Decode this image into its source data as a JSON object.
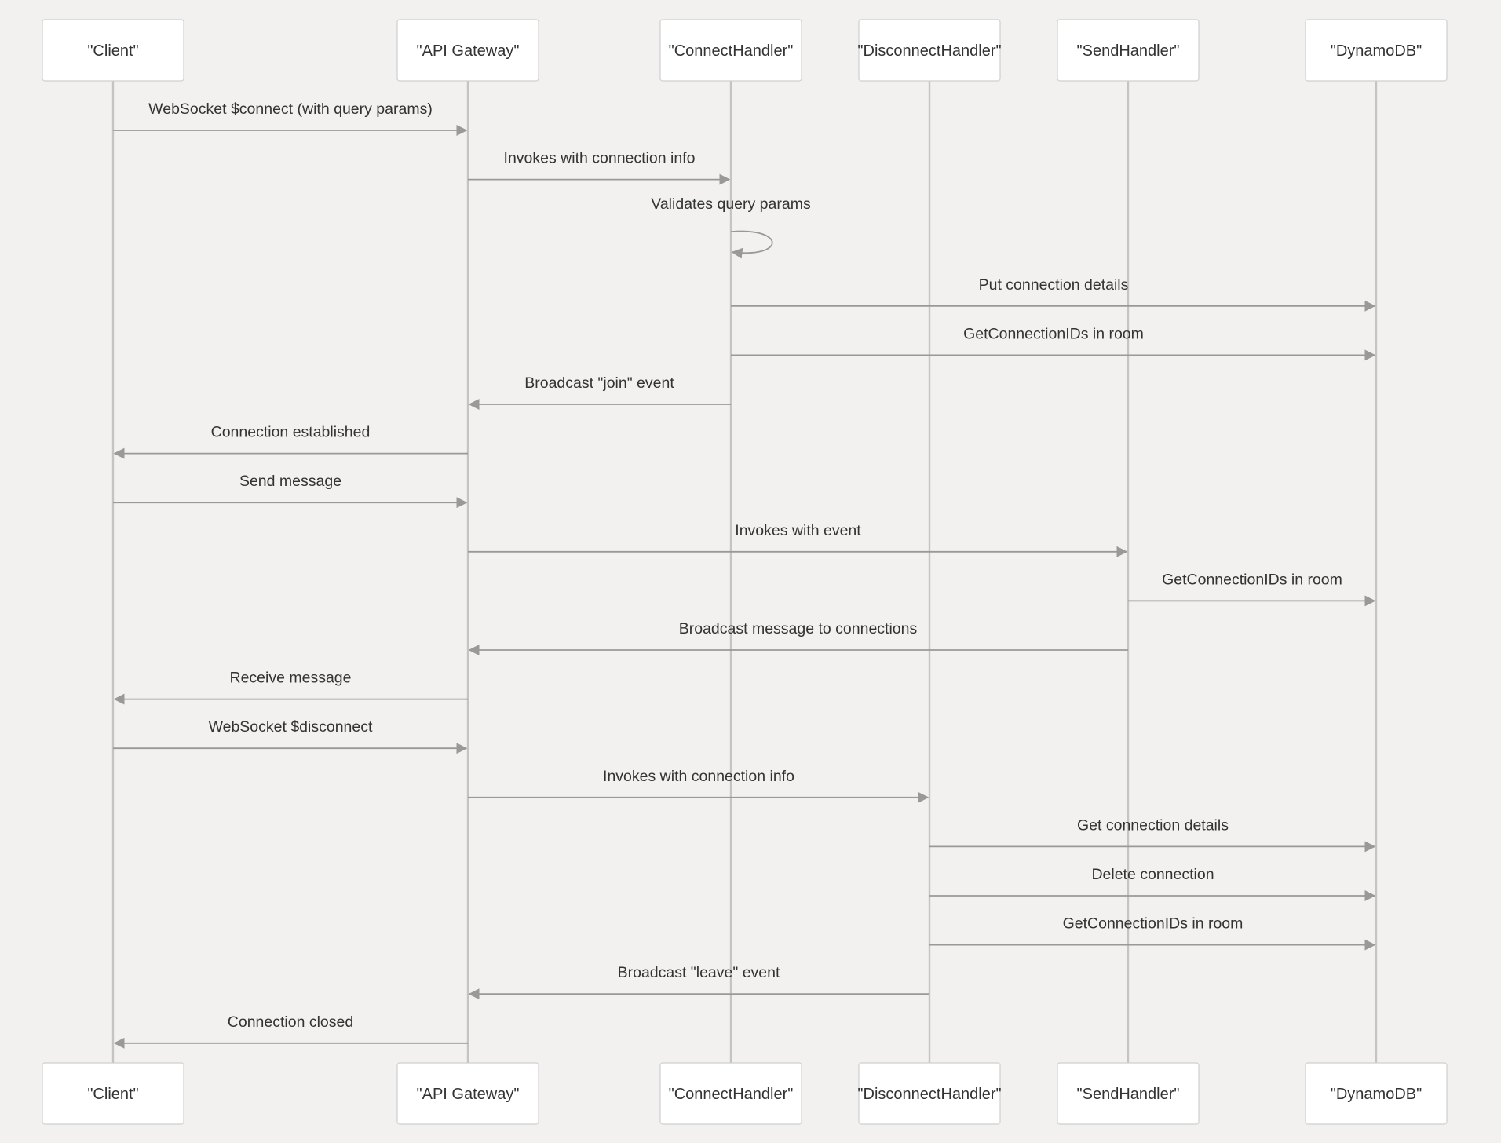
{
  "diagram": {
    "type": "sequence",
    "participants": [
      {
        "id": "client",
        "label": "\"Client\""
      },
      {
        "id": "gateway",
        "label": "\"API Gateway\""
      },
      {
        "id": "connect",
        "label": "\"ConnectHandler\""
      },
      {
        "id": "disconnect",
        "label": "\"DisconnectHandler\""
      },
      {
        "id": "send",
        "label": "\"SendHandler\""
      },
      {
        "id": "dynamo",
        "label": "\"DynamoDB\""
      }
    ],
    "messages": [
      {
        "from": "client",
        "to": "gateway",
        "label": "WebSocket $connect (with query params)"
      },
      {
        "from": "gateway",
        "to": "connect",
        "label": "Invokes with connection info"
      },
      {
        "from": "connect",
        "to": "connect",
        "label": "Validates query params"
      },
      {
        "from": "connect",
        "to": "dynamo",
        "label": "Put connection details"
      },
      {
        "from": "connect",
        "to": "dynamo",
        "label": "GetConnectionIDs in room"
      },
      {
        "from": "connect",
        "to": "gateway",
        "label": "Broadcast \"join\" event"
      },
      {
        "from": "gateway",
        "to": "client",
        "label": "Connection established"
      },
      {
        "from": "client",
        "to": "gateway",
        "label": "Send message"
      },
      {
        "from": "gateway",
        "to": "send",
        "label": "Invokes with event"
      },
      {
        "from": "send",
        "to": "dynamo",
        "label": "GetConnectionIDs in room"
      },
      {
        "from": "send",
        "to": "gateway",
        "label": "Broadcast message to connections"
      },
      {
        "from": "gateway",
        "to": "client",
        "label": "Receive message"
      },
      {
        "from": "client",
        "to": "gateway",
        "label": "WebSocket $disconnect"
      },
      {
        "from": "gateway",
        "to": "disconnect",
        "label": "Invokes with connection info"
      },
      {
        "from": "disconnect",
        "to": "dynamo",
        "label": "Get connection details"
      },
      {
        "from": "disconnect",
        "to": "dynamo",
        "label": "Delete connection"
      },
      {
        "from": "disconnect",
        "to": "dynamo",
        "label": "GetConnectionIDs in room"
      },
      {
        "from": "disconnect",
        "to": "gateway",
        "label": "Broadcast \"leave\" event"
      },
      {
        "from": "gateway",
        "to": "client",
        "label": "Connection closed"
      }
    ]
  },
  "colors": {
    "background": "#f2f1ef",
    "box_fill": "#ffffff",
    "box_stroke": "#cfcfcf",
    "lifeline": "#c4c4c4",
    "arrow": "#999999",
    "text": "#333333"
  }
}
